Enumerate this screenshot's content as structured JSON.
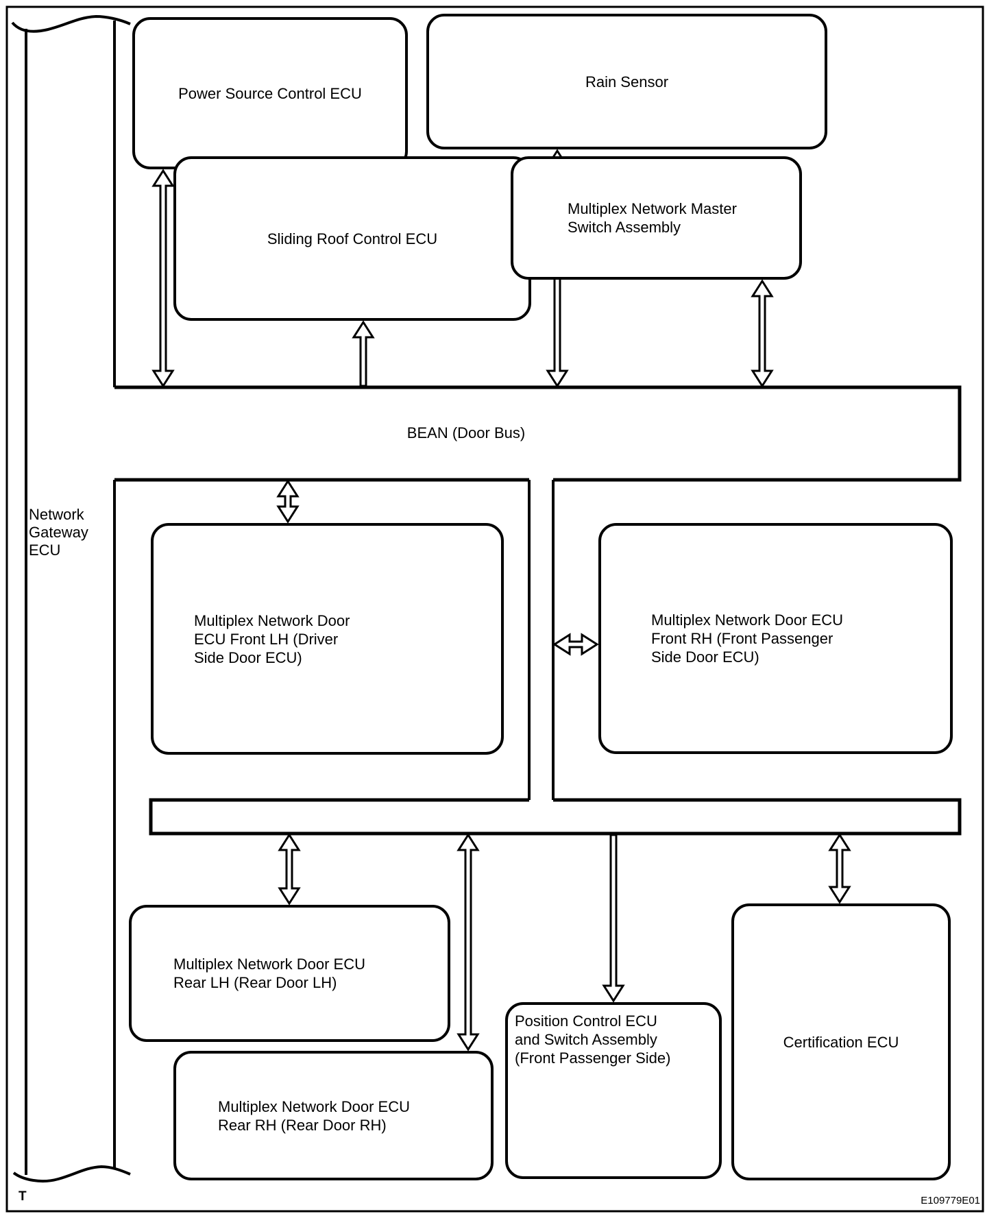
{
  "figure": {
    "code": "E109779E01",
    "corner_mark": "T",
    "bus_label": "BEAN (Door Bus)"
  },
  "gateway": {
    "lines": [
      "Network",
      "Gateway",
      "ECU"
    ]
  },
  "nodes": {
    "power_source": {
      "label": "Power Source Control ECU"
    },
    "rain_sensor": {
      "label": "Rain Sensor"
    },
    "sliding_roof": {
      "label": "Sliding Roof Control ECU"
    },
    "master_switch": {
      "lines": [
        "Multiplex Network Master",
        "Switch Assembly"
      ]
    },
    "front_lh": {
      "lines": [
        "Multiplex Network Door",
        "ECU Front LH (Driver",
        "Side Door ECU)"
      ]
    },
    "front_rh": {
      "lines": [
        "Multiplex Network Door ECU",
        "Front RH (Front Passenger",
        "Side Door ECU)"
      ]
    },
    "rear_lh": {
      "lines": [
        "Multiplex Network Door ECU",
        "Rear LH (Rear Door LH)"
      ]
    },
    "rear_rh": {
      "lines": [
        "Multiplex Network Door ECU",
        "Rear RH (Rear Door RH)"
      ]
    },
    "position_control": {
      "lines": [
        "Position Control ECU",
        "and Switch Assembly",
        "(Front Passenger Side)"
      ]
    },
    "certification": {
      "label": "Certification ECU"
    }
  },
  "colors": {
    "line": "#000000",
    "background": "#ffffff"
  }
}
